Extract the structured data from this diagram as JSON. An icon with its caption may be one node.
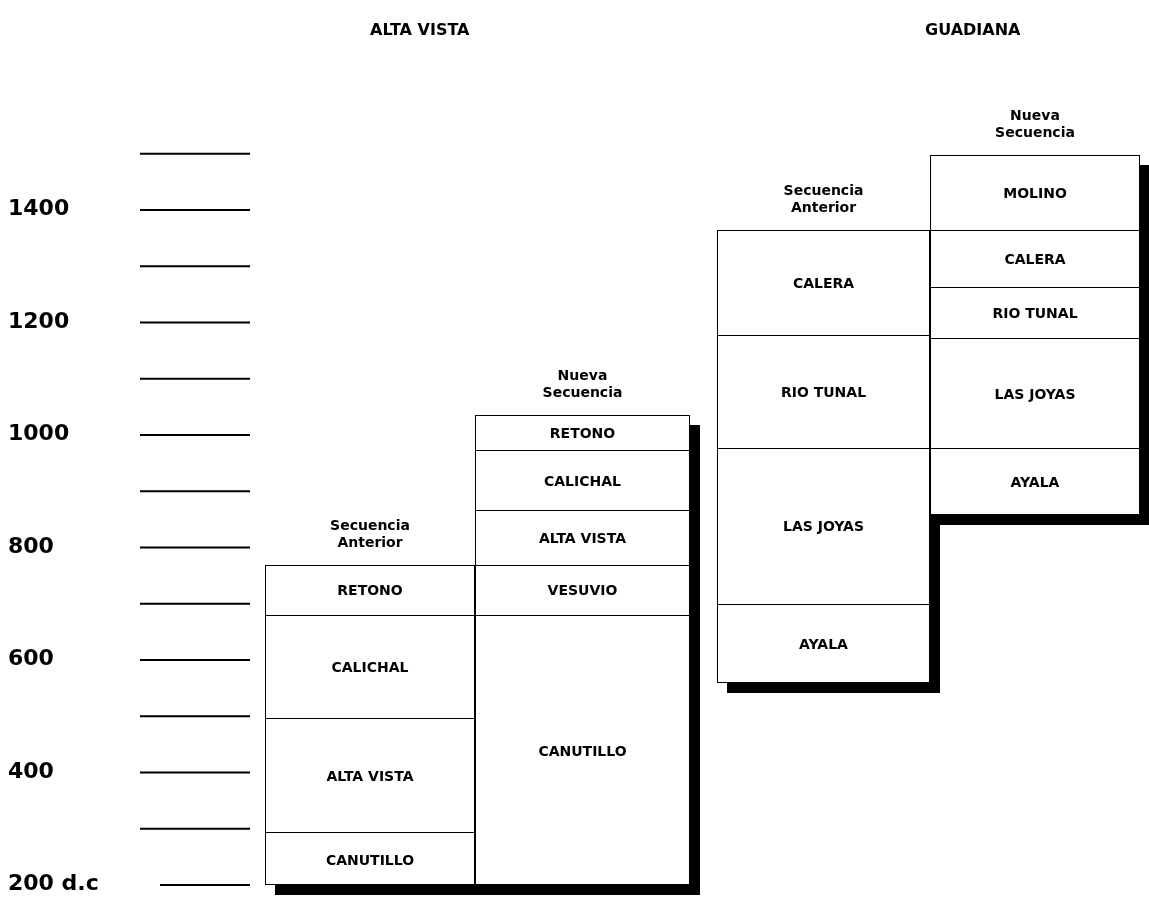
{
  "diagram": {
    "nodes": [
      {
        "text": [
          "Secuencia Anterior"
        ]
      },
      {
        "text": [
          "RETONO"
        ],
        "in": 0
      },
      {
        "text": [
          "CALICHAL"
        ],
        "in": 0
      },
      {
        "text": [
          "ALTA VISTA"
        ],
        "in": 0
      },
      {
        "text": [
          "CANUTILLO"
        ],
        "in": 0
      },
      {
        "text": [
          "Nueva Secuencia"
        ]
      },
      {
        "text": [
          "RETONO"
        ],
        "in": 5
      },
      {
        "text": [
          "CALICHAL"
        ],
        "in": 5
      },
      {
        "text": [
          "ALTA VISTA"
        ],
        "in": 5
      },
      {
        "text": [
          "VESUVIO"
        ],
        "in": 5
      },
      {
        "text": [
          "CANUTILLO"
        ],
        "in": 5
      },
      {
        "text": [
          "Secuencia Anterior"
        ]
      },
      {
        "text": [
          "CALERA"
        ],
        "in": 11
      },
      {
        "text": [
          "RIO TUNAL"
        ],
        "in": 11
      },
      {
        "text": [
          "LAS JOYAS"
        ],
        "in": 11
      },
      {
        "text": [
          "AYALA"
        ],
        "in": 11
      },
      {
        "text": [
          "Nueva Secuencia"
        ]
      },
      {
        "text": [
          "MOLINO"
        ],
        "in": 16
      },
      {
        "text": [
          "CALERA"
        ],
        "in": 16
      },
      {
        "text": [
          "RIO TUNAL"
        ],
        "in": 16
      },
      {
        "text": [
          "LAS JOYAS"
        ],
        "in": 16
      },
      {
        "text": [
          "AYALA"
        ],
        "in": 16
      }
    ],
    "labels": [
      "ALTA VISTA",
      "GUADIANA",
      "1400",
      "1200",
      "1000",
      "800",
      "600",
      "400",
      "200 d.c"
    ]
  }
}
